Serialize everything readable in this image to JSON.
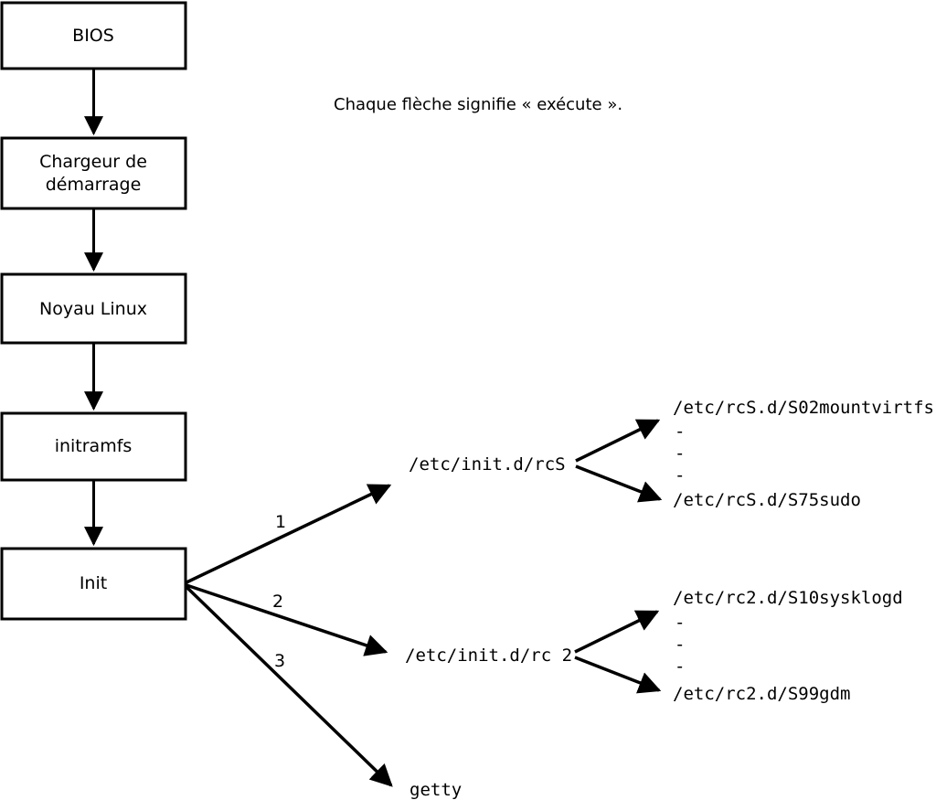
{
  "note": "Chaque flèche signifie « exécute ».",
  "colors": {
    "ink": "#000000",
    "background": "#ffffff",
    "box_fill": "#ffffff"
  },
  "boxes": [
    {
      "id": "bios",
      "lines": [
        "BIOS"
      ]
    },
    {
      "id": "chargeur-de-demarrage",
      "lines": [
        "Chargeur de",
        "démarrage"
      ]
    },
    {
      "id": "noyau-linux",
      "lines": [
        "Noyau Linux"
      ]
    },
    {
      "id": "initramfs",
      "lines": [
        "initramfs"
      ]
    },
    {
      "id": "init",
      "lines": [
        "Init"
      ]
    }
  ],
  "init_branches": [
    {
      "order": "1",
      "target": "/etc/init.d/rcS"
    },
    {
      "order": "2",
      "target": "/etc/init.d/rc 2"
    },
    {
      "order": "3",
      "target": "getty"
    }
  ],
  "rcs_fanout": {
    "first": "/etc/rcS.d/S02mountvirtfs",
    "ellipsis": [
      "-",
      "-",
      "-"
    ],
    "last": "/etc/rcS.d/S75sudo"
  },
  "rc2_fanout": {
    "first": "/etc/rc2.d/S10sysklogd",
    "ellipsis": [
      "-",
      "-",
      "-"
    ],
    "last": "/etc/rc2.d/S99gdm"
  }
}
